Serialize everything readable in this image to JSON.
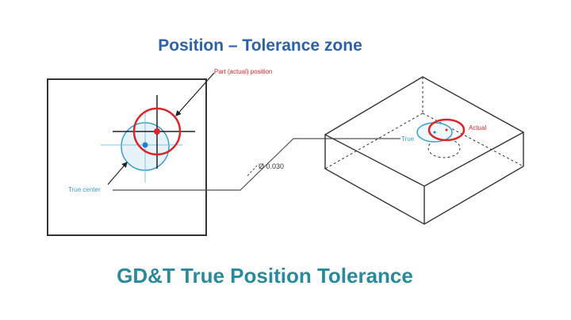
{
  "title": "Position – Tolerance zone",
  "subtitle": "GD&T True Position Tolerance",
  "labels": {
    "part_position": "Part (actual) position",
    "true_center": "True center",
    "tolerance": "Ø 0.030",
    "true": "True",
    "actual": "Actual"
  },
  "colors": {
    "title": "#2e62a6",
    "subtitle": "#2a8a9c",
    "actual": "#d9262b",
    "true": "#3a9fc9"
  }
}
